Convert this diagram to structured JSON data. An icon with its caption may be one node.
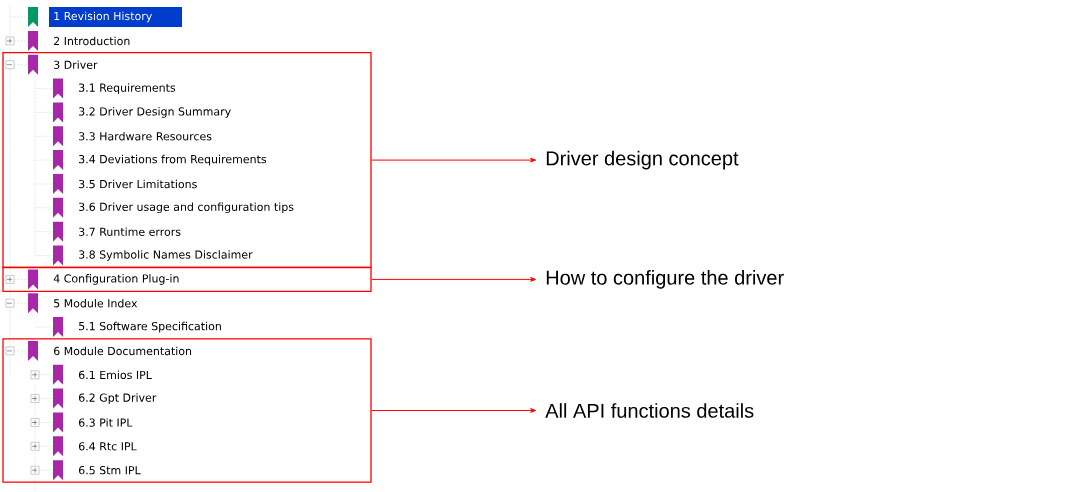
{
  "diagram": {
    "nodes": [
      {
        "text": [
          "3 Driver",
          "3.1 Requirements",
          "3.2 Driver Design Summary",
          "3.3 Hardware Resources",
          "3.4 Deviations from Requirements",
          "3.5 Driver Limitations",
          "3.6 Driver usage and configuration tips",
          "3.7 Runtime errors",
          "3.8 Symbolic Names Disclaimer"
        ]
      },
      {
        "text": [
          "Driver design concept"
        ]
      },
      {
        "text": [
          "4 Configuration Plug-in"
        ]
      },
      {
        "text": [
          "How to configure the driver"
        ]
      },
      {
        "text": [
          "6 Module Documentation",
          "6.1 Emios IPL",
          "6.2 Gpt Driver",
          "6.3 Pit IPL",
          "6.4 Rtc IPL",
          "6.5 Stm IPL"
        ]
      },
      {
        "text": [
          "All API functions details"
        ]
      }
    ],
    "edges": [
      {
        "from": 0,
        "to": 1,
        "arrow": "to"
      },
      {
        "from": 2,
        "to": 3,
        "arrow": "to"
      },
      {
        "from": 4,
        "to": 5,
        "arrow": "to"
      }
    ],
    "labels": [
      "1 Revision History",
      "2 Introduction",
      "5 Module Index",
      "5.1 Software Specification"
    ]
  }
}
